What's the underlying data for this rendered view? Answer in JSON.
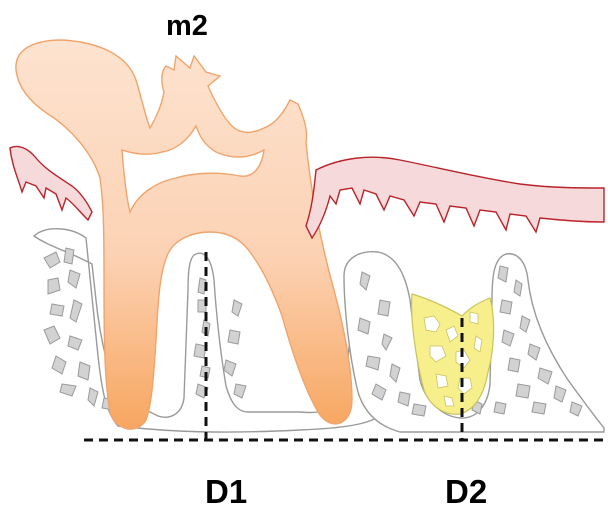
{
  "labels": {
    "tooth": "m2",
    "site1": "D1",
    "site2": "D2"
  },
  "colors": {
    "tooth_light": "#fde3d0",
    "tooth_dark": "#f7a660",
    "tooth_outline": "#f0a46c",
    "gingiva_fill": "#f6dadb",
    "gingiva_outline": "#b9232a",
    "bone_outline": "#9a9a9a",
    "trabecula_fill": "#d2d2d2",
    "graft_fill": "#f7ef8c",
    "graft_outline": "#c9c35c",
    "line_color": "#111111"
  }
}
